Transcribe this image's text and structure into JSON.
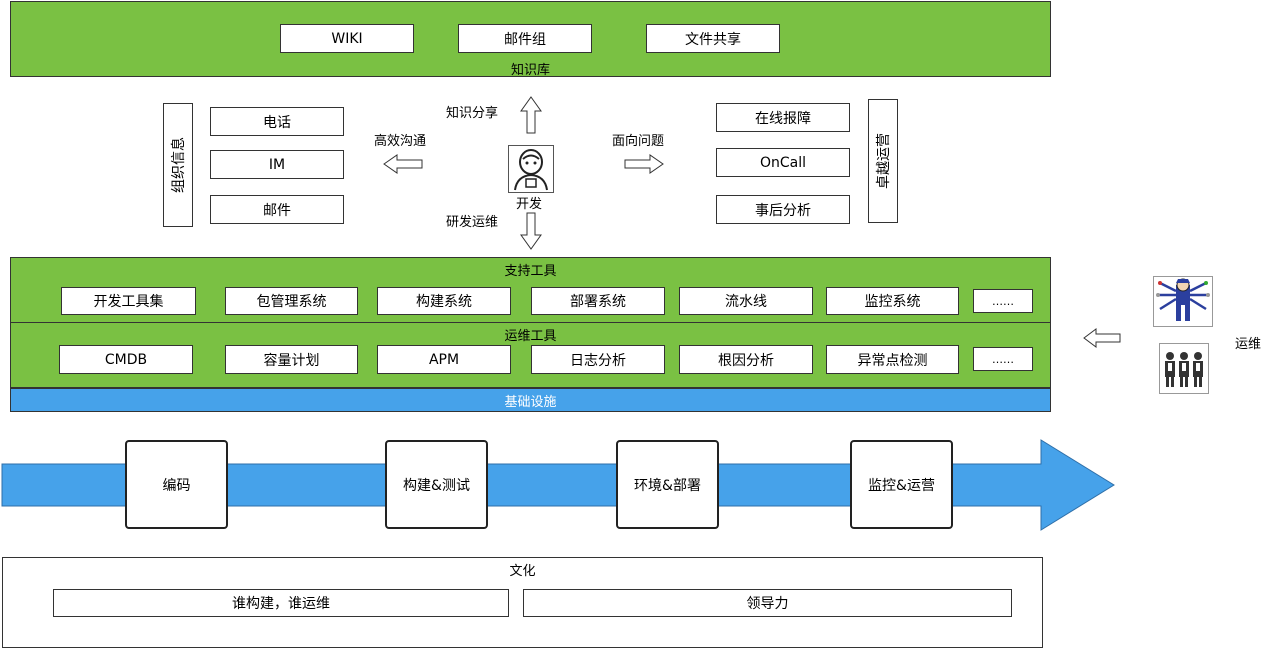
{
  "knowledge": {
    "title": "知识库",
    "items": [
      "WIKI",
      "邮件组",
      "文件共享"
    ]
  },
  "org_info": {
    "title": "组织信息",
    "items": [
      "电话",
      "IM",
      "邮件"
    ]
  },
  "ops_excellence": {
    "title": "卓越运营",
    "items": [
      "在线报障",
      "OnCall",
      "事后分析"
    ]
  },
  "center": {
    "person_label": "开发",
    "up_label": "知识分享",
    "left_label": "高效沟通",
    "right_label": "面向问题",
    "down_label": "研发运维"
  },
  "support_tools": {
    "title": "支持工具",
    "items": [
      "开发工具集",
      "包管理系统",
      "构建系统",
      "部署系统",
      "流水线",
      "监控系统",
      "……"
    ]
  },
  "ops_tools": {
    "title": "运维工具",
    "items": [
      "CMDB",
      "容量计划",
      "APM",
      "日志分析",
      "根因分析",
      "异常点检测",
      "……"
    ]
  },
  "infra": {
    "title": "基础设施"
  },
  "ops_side": {
    "label": "运维"
  },
  "pipeline": {
    "stages": [
      "编码",
      "构建&测试",
      "环境&部署",
      "监控&运营"
    ]
  },
  "culture": {
    "title": "文化",
    "items": [
      "谁构建，谁运维",
      "领导力"
    ]
  },
  "colors": {
    "green": "#7ac143",
    "blue": "#46a2ea"
  },
  "icons": [
    "developer-icon",
    "multi-arm-ops-icon",
    "ops-team-icon",
    "hollow-arrow-icon"
  ]
}
